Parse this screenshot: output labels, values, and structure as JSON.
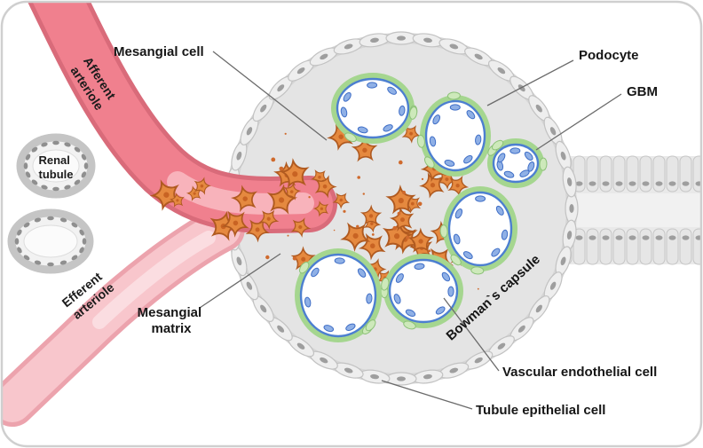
{
  "labels": {
    "mesangial_cell": "Mesangial cell",
    "podocyte": "Podocyte",
    "gbm": "GBM",
    "afferent_arteriole": {
      "line1": "Afferent",
      "line2": "arteriole"
    },
    "renal_tubule": {
      "line1": "Renal",
      "line2": "tubule"
    },
    "efferent_arteriole": {
      "line1": "Efferent",
      "line2": "arteriole"
    },
    "mesangial_matrix": {
      "line1": "Mesangial",
      "line2": "matrix"
    },
    "bowmans_capsule": "Bowman`s capsule",
    "vascular_endothelial_cell": "Vascular endothelial cell",
    "tubule_epithelial_cell": "Tubule epithelial cell"
  },
  "colors": {
    "afferent_arteriole": "#f0808e",
    "afferent_border": "#d96b7a",
    "afferent_lumen": "#f8b3bb",
    "efferent_arteriole": "#f8c6cc",
    "efferent_border": "#eca3ad",
    "efferent_lumen": "#fbdde1",
    "capsule_fill": "#e4e4e4",
    "capsule_cell": "#eeeeee",
    "capsule_cell_nucleus": "#9e9e9e",
    "tube_fill": "#e9e9e9",
    "mesangial_cell": "#e5893f",
    "mesangial_outline": "#b05a20",
    "capillary_stroke": "#4c7fd0",
    "capillary_nucleus": "#8fb0e6",
    "gbm": "#a5d68f",
    "podocyte_blob": "#cde9ba",
    "label_text": "#161616"
  }
}
